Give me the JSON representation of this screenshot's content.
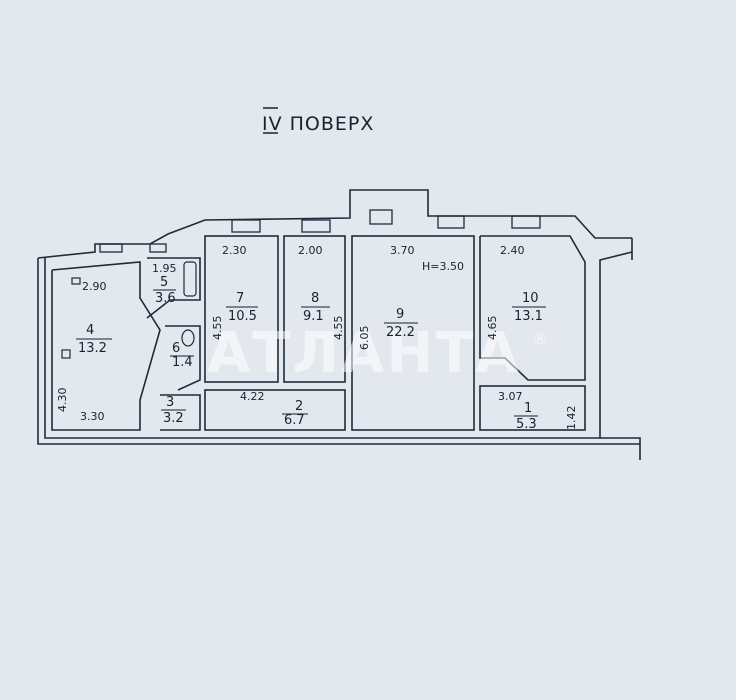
{
  "floor_title": "IV ПОВЕРХ",
  "ceiling_height": "H=3.50",
  "watermark": "АТЛАНТА",
  "watermark_mark": "®",
  "rooms": [
    {
      "id": "room-1",
      "number": "1",
      "area": "5.3"
    },
    {
      "id": "room-2",
      "number": "2",
      "area": "6.7"
    },
    {
      "id": "room-3",
      "number": "3",
      "area": "3.2"
    },
    {
      "id": "room-4",
      "number": "4",
      "area": "13.2"
    },
    {
      "id": "room-5",
      "number": "5",
      "area": "3.6"
    },
    {
      "id": "room-6",
      "number": "6",
      "area": "1.4"
    },
    {
      "id": "room-7",
      "number": "7",
      "area": "10.5"
    },
    {
      "id": "room-8",
      "number": "8",
      "area": "9.1"
    },
    {
      "id": "room-9",
      "number": "9",
      "area": "22.2"
    },
    {
      "id": "room-10",
      "number": "10",
      "area": "13.1"
    }
  ],
  "dimensions": {
    "d_290": "2.90",
    "d_330": "3.30",
    "d_430": "4.30",
    "d_195": "1.95",
    "d_230": "2.30",
    "d_455a": "4.55",
    "d_200": "2.00",
    "d_455b": "4.55",
    "d_370": "3.70",
    "d_605": "6.05",
    "d_240": "2.40",
    "d_465": "4.65",
    "d_422": "4.22",
    "d_307": "3.07",
    "d_142": "1.42"
  }
}
